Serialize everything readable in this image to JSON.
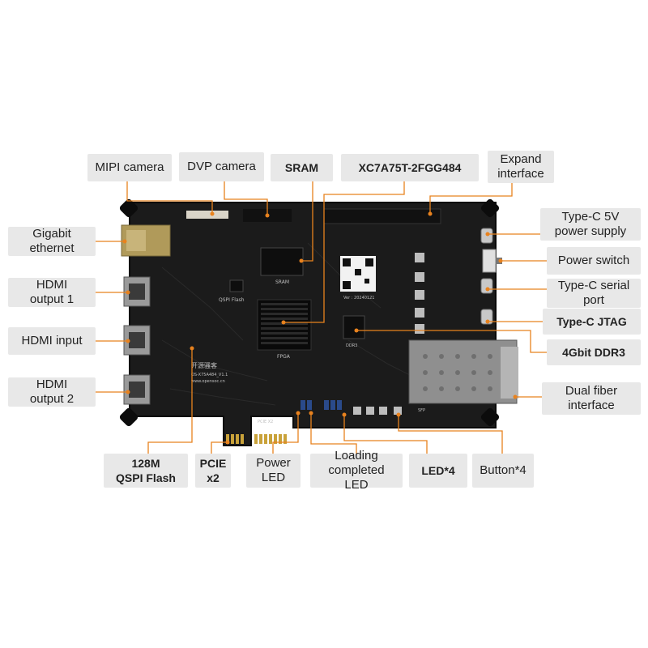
{
  "labels": {
    "mipi_camera": "MIPI camera",
    "dvp_camera": "DVP camera",
    "sram": "SRAM",
    "fpga_chip": "XC7A75T-2FGG484",
    "expand_interface": "Expand\ninterface",
    "gigabit_ethernet": "Gigabit\nethernet",
    "hdmi_output_1": "HDMI\noutput 1",
    "hdmi_input": "HDMI input",
    "hdmi_output_2": "HDMI\noutput 2",
    "typec_power": "Type-C 5V\npower supply",
    "power_switch": "Power switch",
    "typec_serial": "Type-C serial\nport",
    "typec_jtag": "Type-C JTAG",
    "ddr3": "4Gbit DDR3",
    "dual_fiber": "Dual fiber\ninterface",
    "qspi_flash": "128M\nQSPI Flash",
    "pcie": "PCIE\nx2",
    "power_led": "Power\nLED",
    "loading_led": "Loading\ncompleted LED",
    "led4": "LED*4",
    "button4": "Button*4"
  },
  "board_silkscreen": {
    "sram": "SRAM",
    "qspi_flash": "QSPI Flash",
    "fpga": "FPGA",
    "ddr3": "DDR3",
    "pcie_x2": "PCIE X2",
    "sfp": "SFP",
    "version": "Ver : 20240121",
    "brand_cn": "开源骚客",
    "model": "OS-X75A484_V1.1",
    "website": "www.opensoc.cn"
  },
  "colors": {
    "label_bg": "#e8e8e8",
    "leader_line": "#e8821e",
    "board": "#1a1a1a"
  }
}
